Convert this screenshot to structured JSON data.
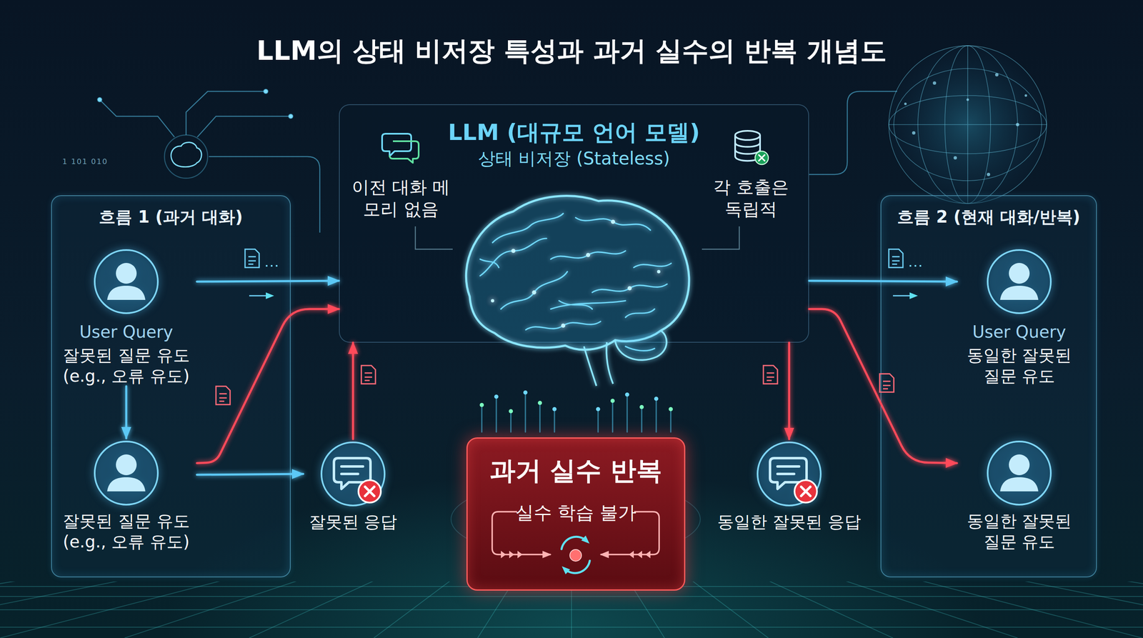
{
  "diagram": {
    "title": "LLM의 상태 비저장 특성과 과거 실수의 반복 개념도",
    "nodes": [
      {
        "text": [
          "흐름 1 (과거 대화)"
        ]
      },
      {
        "text": [
          "User Query",
          "잘못된 질문 유도 (e.g., 오류 유도)"
        ],
        "in": 0
      },
      {
        "text": [
          "잘못된 질문 유도 (e.g., 오류 유도)"
        ],
        "in": 0
      },
      {
        "text": [
          "잘못된 응답"
        ]
      },
      {
        "text": [
          "LLM (대규모 언어 모델)",
          "상태 비저장 (Stateless)"
        ]
      },
      {
        "text": [
          "과거 실수 반복",
          "실수 학습 불가"
        ]
      },
      {
        "text": [
          "동일한 잘못된 응답"
        ]
      },
      {
        "text": [
          "흐름 2 (현재 대화/반복)"
        ]
      },
      {
        "text": [
          "User Query",
          "동일한 잘못된 질문 유도"
        ],
        "in": 7
      },
      {
        "text": [
          "동일한 잘못된 질문 유도"
        ],
        "in": 7
      }
    ],
    "edges": [
      {
        "from": 1,
        "to": 2,
        "arrow": "to"
      },
      {
        "from": 1,
        "to": 4,
        "arrow": "to"
      },
      {
        "from": 2,
        "to": 3,
        "arrow": "to"
      },
      {
        "from": 2,
        "to": 4,
        "arrow": "to"
      },
      {
        "from": 3,
        "to": 4,
        "arrow": "to"
      },
      {
        "from": 4,
        "to": 8,
        "arrow": "to"
      },
      {
        "from": 4,
        "to": 6,
        "arrow": "to"
      },
      {
        "from": 4,
        "to": 9,
        "arrow": "to"
      }
    ],
    "labels": [
      "1 101 010",
      "이전 대화 메모리 없음",
      "각 호출은 독립적"
    ]
  }
}
